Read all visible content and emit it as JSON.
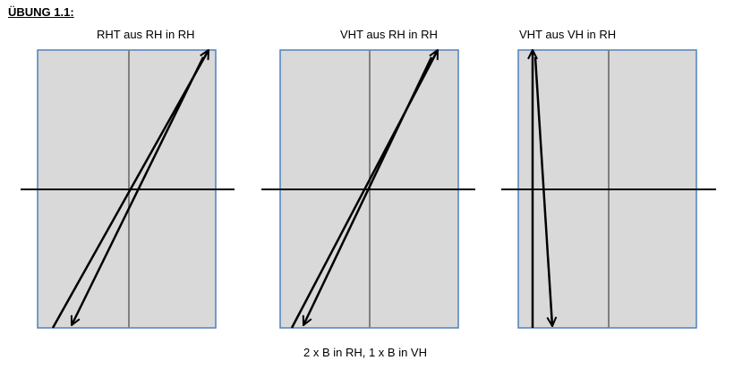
{
  "heading": "ÜBUNG 1.1:",
  "panels": [
    {
      "title": "RHT aus RH in RH"
    },
    {
      "title": "VHT aus RH in RH"
    },
    {
      "title": "VHT aus VH in RH"
    }
  ],
  "caption": "2 x B in RH, 1 x B in VH",
  "colors": {
    "panel_fill": "#d9d9d9",
    "panel_border": "#4f81bd",
    "center_line": "#808080",
    "lines": "#000000"
  }
}
